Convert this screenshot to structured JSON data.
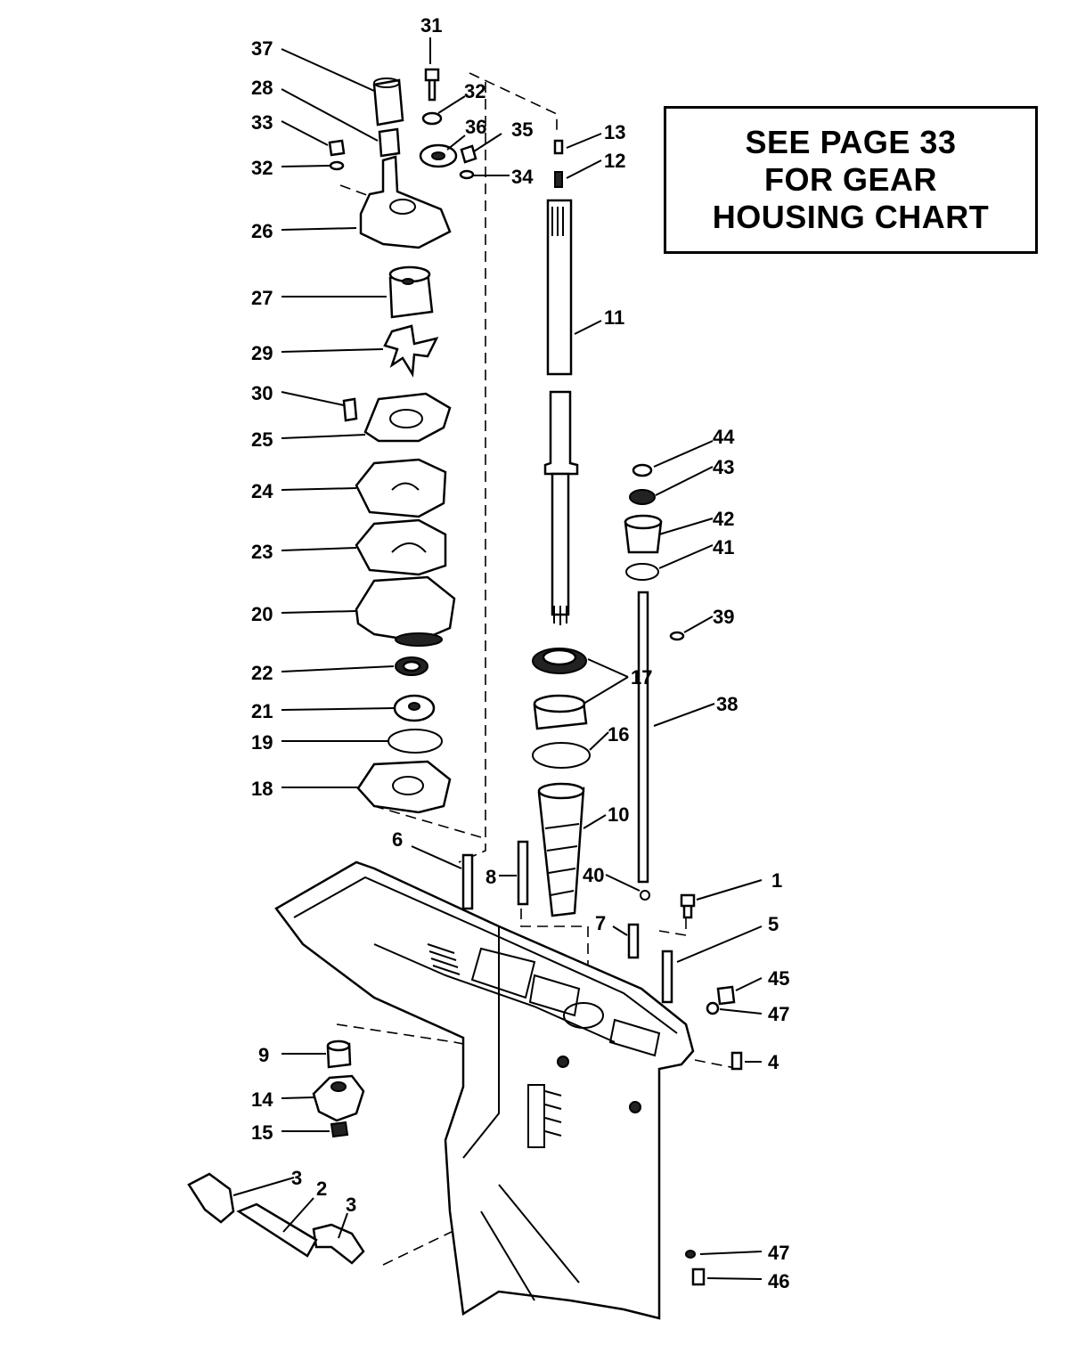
{
  "note": {
    "lines": [
      "SEE PAGE 33",
      "FOR GEAR",
      "HOUSING CHART"
    ]
  },
  "callouts": [
    "1",
    "2",
    "3",
    "3",
    "4",
    "5",
    "6",
    "7",
    "8",
    "9",
    "10",
    "11",
    "12",
    "13",
    "14",
    "15",
    "16",
    "17",
    "18",
    "19",
    "20",
    "21",
    "22",
    "23",
    "24",
    "25",
    "26",
    "27",
    "28",
    "29",
    "30",
    "31",
    "32",
    "32",
    "33",
    "34",
    "35",
    "36",
    "37",
    "38",
    "39",
    "40",
    "41",
    "42",
    "43",
    "44",
    "45",
    "46",
    "47",
    "47"
  ]
}
